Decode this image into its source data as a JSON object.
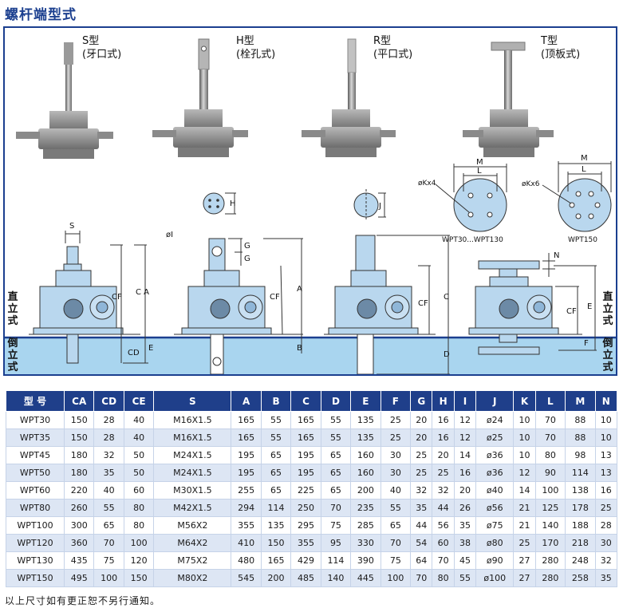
{
  "title": "螺杆端型式",
  "types": [
    {
      "code": "S型",
      "desc": "(牙口式)"
    },
    {
      "code": "H型",
      "desc": "(栓孔式)"
    },
    {
      "code": "R型",
      "desc": "(平口式)"
    },
    {
      "code": "T型",
      "desc": "(顶板式)"
    }
  ],
  "orientation": {
    "upright": "直立式",
    "inverted": "倒立式"
  },
  "dims": {
    "S": "S",
    "CA": "C A",
    "CF": "CF",
    "CD": "CD",
    "CE": "E",
    "H": "H",
    "I": "øI",
    "G": "G",
    "A": "A",
    "B": "B",
    "J": "J",
    "C": "C",
    "D": "D",
    "M": "M",
    "L": "L",
    "K4": "øKx4",
    "K6": "øKx6",
    "N": "N",
    "E": "E",
    "F": "F"
  },
  "flange_labels": {
    "wpt30_130": "WPT30...WPT130",
    "wpt150": "WPT150"
  },
  "colors": {
    "header": "#1f3f8a",
    "body": "#b9d7ee",
    "water": "#a8d4ee"
  },
  "table": {
    "headers": [
      "型 号",
      "CA",
      "CD",
      "CE",
      "S",
      "A",
      "B",
      "C",
      "D",
      "E",
      "F",
      "G",
      "H",
      "I",
      "J",
      "K",
      "L",
      "M",
      "N"
    ],
    "rows": [
      [
        "WPT30",
        "150",
        "28",
        "40",
        "M16X1.5",
        "165",
        "55",
        "165",
        "55",
        "135",
        "25",
        "20",
        "16",
        "12",
        "ø24",
        "10",
        "70",
        "88",
        "10"
      ],
      [
        "WPT35",
        "150",
        "28",
        "40",
        "M16X1.5",
        "165",
        "55",
        "165",
        "55",
        "135",
        "25",
        "20",
        "16",
        "12",
        "ø25",
        "10",
        "70",
        "88",
        "10"
      ],
      [
        "WPT45",
        "180",
        "32",
        "50",
        "M24X1.5",
        "195",
        "65",
        "195",
        "65",
        "160",
        "30",
        "25",
        "20",
        "14",
        "ø36",
        "10",
        "80",
        "98",
        "13"
      ],
      [
        "WPT50",
        "180",
        "35",
        "50",
        "M24X1.5",
        "195",
        "65",
        "195",
        "65",
        "160",
        "30",
        "25",
        "25",
        "16",
        "ø36",
        "12",
        "90",
        "114",
        "13"
      ],
      [
        "WPT60",
        "220",
        "40",
        "60",
        "M30X1.5",
        "255",
        "65",
        "225",
        "65",
        "200",
        "40",
        "32",
        "32",
        "20",
        "ø40",
        "14",
        "100",
        "138",
        "16"
      ],
      [
        "WPT80",
        "260",
        "55",
        "80",
        "M42X1.5",
        "294",
        "114",
        "250",
        "70",
        "235",
        "55",
        "35",
        "44",
        "26",
        "ø56",
        "21",
        "125",
        "178",
        "25"
      ],
      [
        "WPT100",
        "300",
        "65",
        "80",
        "M56X2",
        "355",
        "135",
        "295",
        "75",
        "285",
        "65",
        "44",
        "56",
        "35",
        "ø75",
        "21",
        "140",
        "188",
        "28"
      ],
      [
        "WPT120",
        "360",
        "70",
        "100",
        "M64X2",
        "410",
        "150",
        "355",
        "95",
        "330",
        "70",
        "54",
        "60",
        "38",
        "ø80",
        "25",
        "170",
        "218",
        "30"
      ],
      [
        "WPT130",
        "435",
        "75",
        "120",
        "M75X2",
        "480",
        "165",
        "429",
        "114",
        "390",
        "75",
        "64",
        "70",
        "45",
        "ø90",
        "27",
        "280",
        "248",
        "32"
      ],
      [
        "WPT150",
        "495",
        "100",
        "150",
        "M80X2",
        "545",
        "200",
        "485",
        "140",
        "445",
        "100",
        "70",
        "80",
        "55",
        "ø100",
        "27",
        "280",
        "258",
        "35"
      ]
    ]
  },
  "footnote": "以上尺寸如有更正恕不另行通知。"
}
